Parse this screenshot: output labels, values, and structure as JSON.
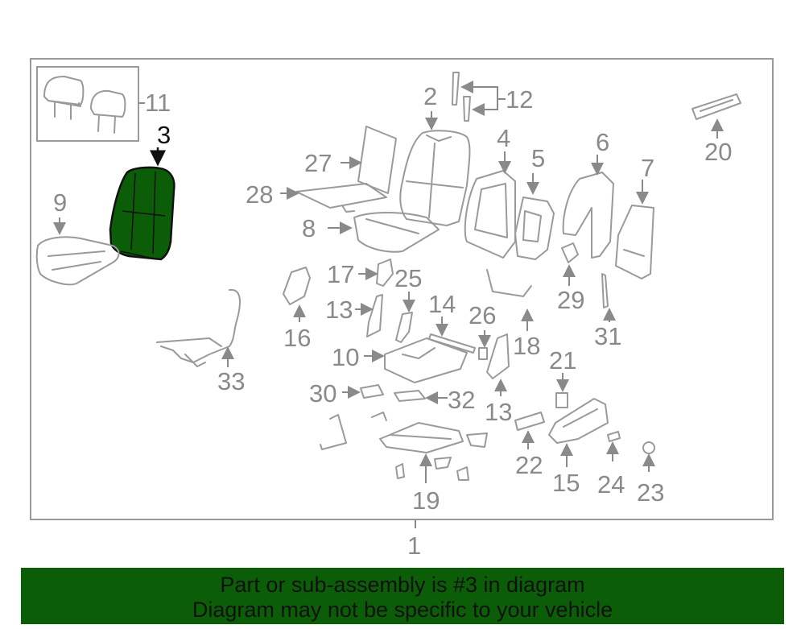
{
  "highlight_color": "#0b5e07",
  "callouts": {
    "c1": "1",
    "c2": "2",
    "c3": "3",
    "c4": "4",
    "c5": "5",
    "c6": "6",
    "c7": "7",
    "c8": "8",
    "c9": "9",
    "c10": "10",
    "c11": "11",
    "c12": "12",
    "c13a": "13",
    "c13b": "13",
    "c14": "14",
    "c15": "15",
    "c16": "16",
    "c17": "17",
    "c18": "18",
    "c19": "19",
    "c20": "20",
    "c21": "21",
    "c22": "22",
    "c23": "23",
    "c24": "24",
    "c25": "25",
    "c26": "26",
    "c27": "27",
    "c28": "28",
    "c29": "29",
    "c30": "30",
    "c31": "31",
    "c32": "32",
    "c33": "33"
  },
  "banner": {
    "line1": "Part or sub-assembly is #3 in diagram",
    "line2": "Diagram may not be specific to your vehicle"
  }
}
